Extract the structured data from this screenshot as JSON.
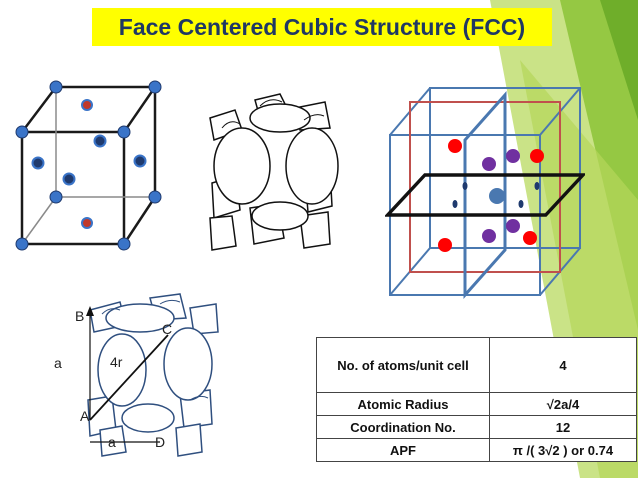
{
  "title": "Face Centered Cubic Structure (FCC)",
  "colors": {
    "title_bg": "#ffff00",
    "title_text": "#1f3864",
    "corner_atom": "#3a74c8",
    "face_atom_red": "#c0392b",
    "face_atom_navy": "#1f3a6e",
    "plane_blue": "#4a78b0",
    "plane_red": "#c0504d",
    "purple_atom": "#7030a0",
    "red_atom": "#ff0000",
    "accent_green": "#9acd32"
  },
  "diagram_labels": {
    "B": "B",
    "C": "C",
    "a_left": "a",
    "r4": "4r",
    "A": "A",
    "a_bottom": "a",
    "D": "D"
  },
  "properties_table": {
    "rows": [
      {
        "property": "No. of atoms/unit cell",
        "value": "4"
      },
      {
        "property": "Atomic Radius",
        "value": "√2a/4"
      },
      {
        "property": "Coordination No.",
        "value": "12"
      },
      {
        "property": "APF",
        "value": "π /( 3√2 ) or 0.74"
      }
    ]
  }
}
